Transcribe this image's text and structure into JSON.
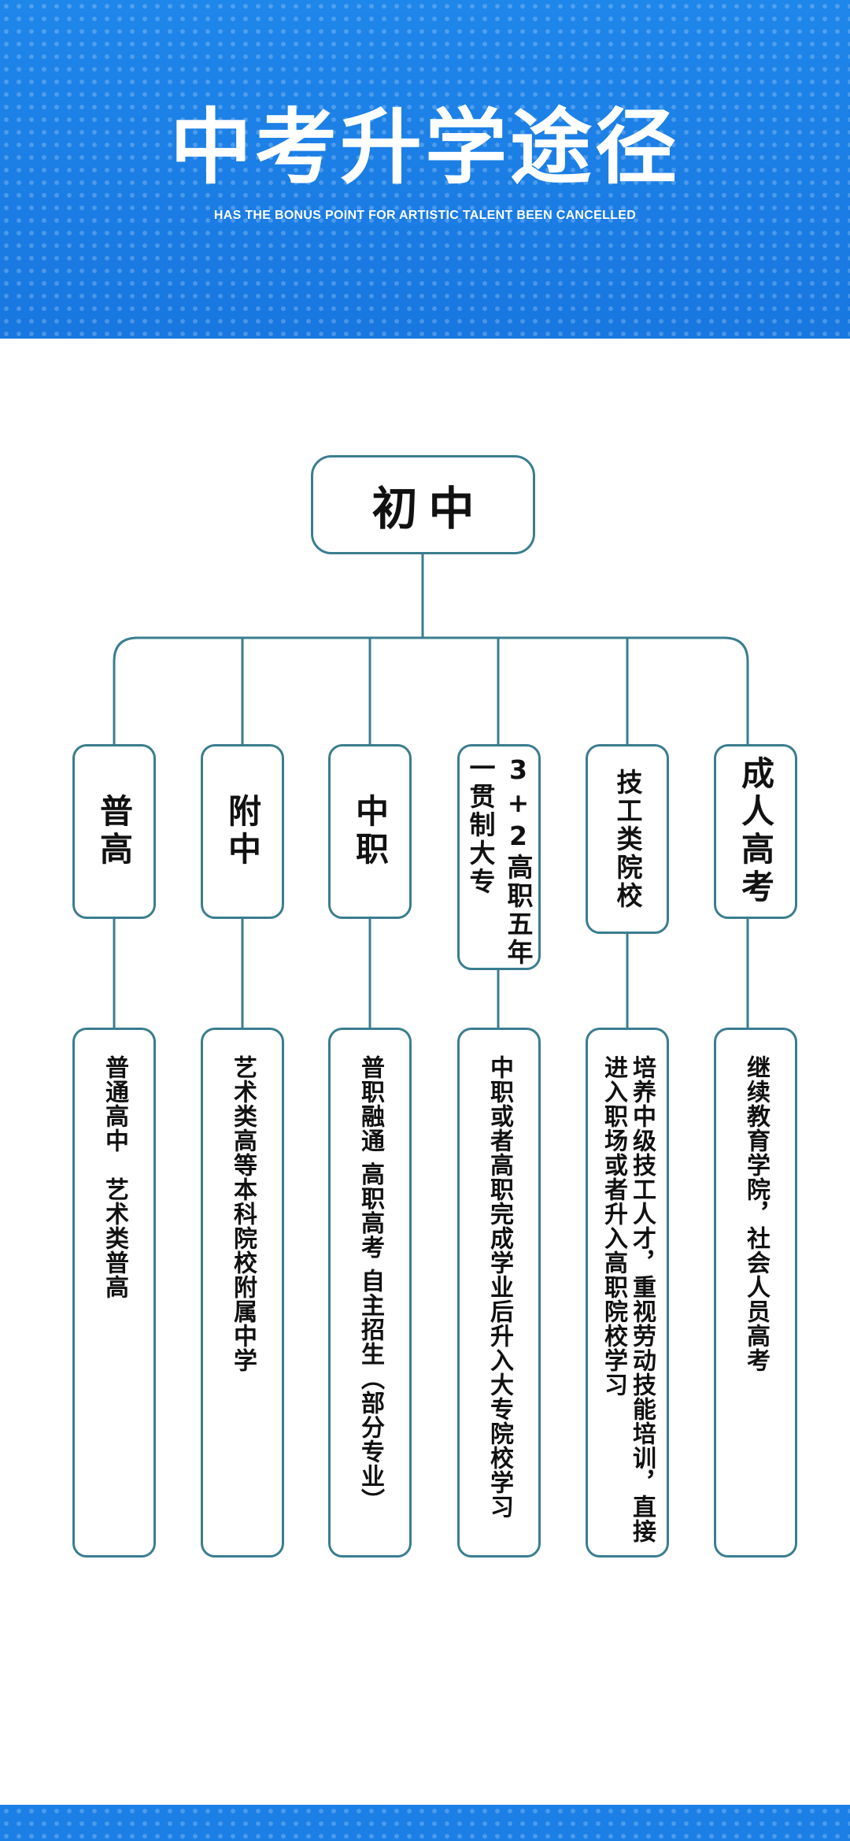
{
  "header": {
    "title": "中考升学途径",
    "subtitle": "HAS THE BONUS POINT FOR ARTISTIC TALENT BEEN CANCELLED"
  },
  "diagram": {
    "root": "初中",
    "branches": [
      {
        "category": "普高",
        "description": "普通高中　艺术类普高"
      },
      {
        "category": "附中",
        "description": "艺术类高等本科院校附属中学"
      },
      {
        "category": "中职",
        "description": "普职融通 高职高考 自主招生（部分专业）"
      },
      {
        "category": "3+2高职五年一贯制大专",
        "description": "中职或者高职完成学业后升入大专院校学习"
      },
      {
        "category": "技工类院校",
        "description": "培养中级技工人才，重视劳动技能培训，直接进入职场或者升入高职院校学习"
      },
      {
        "category": "成人高考",
        "description": "继续教育学院，社会人员高考"
      }
    ]
  },
  "colors": {
    "header_blue": "#1b7fe6",
    "connector": "#3a7d8f",
    "box_border": "#3a7d8f"
  }
}
